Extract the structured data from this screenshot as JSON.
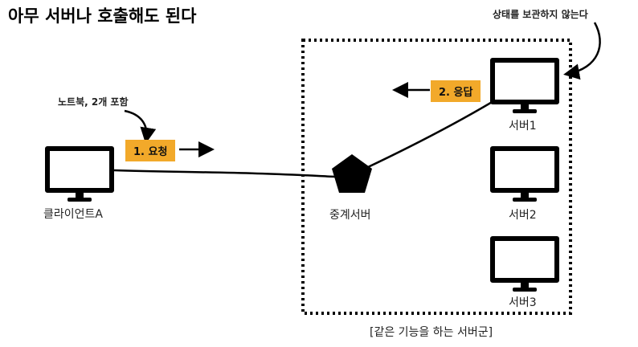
{
  "title": "아무 서버나 호출해도 된다",
  "notes": {
    "stateless": "상태를 보관하지 않는다",
    "laptop": "노트북, 2개 포함"
  },
  "tags": {
    "request": "1. 요청",
    "response": "2. 응답"
  },
  "labels": {
    "client": "클라이언트A",
    "relay": "중계서버",
    "server1": "서버1",
    "server2": "서버2",
    "server3": "서버3",
    "group": "[같은 기능을 하는 서버군]"
  },
  "colors": {
    "tag_fill": "#f2a92a",
    "ink": "#000000"
  }
}
